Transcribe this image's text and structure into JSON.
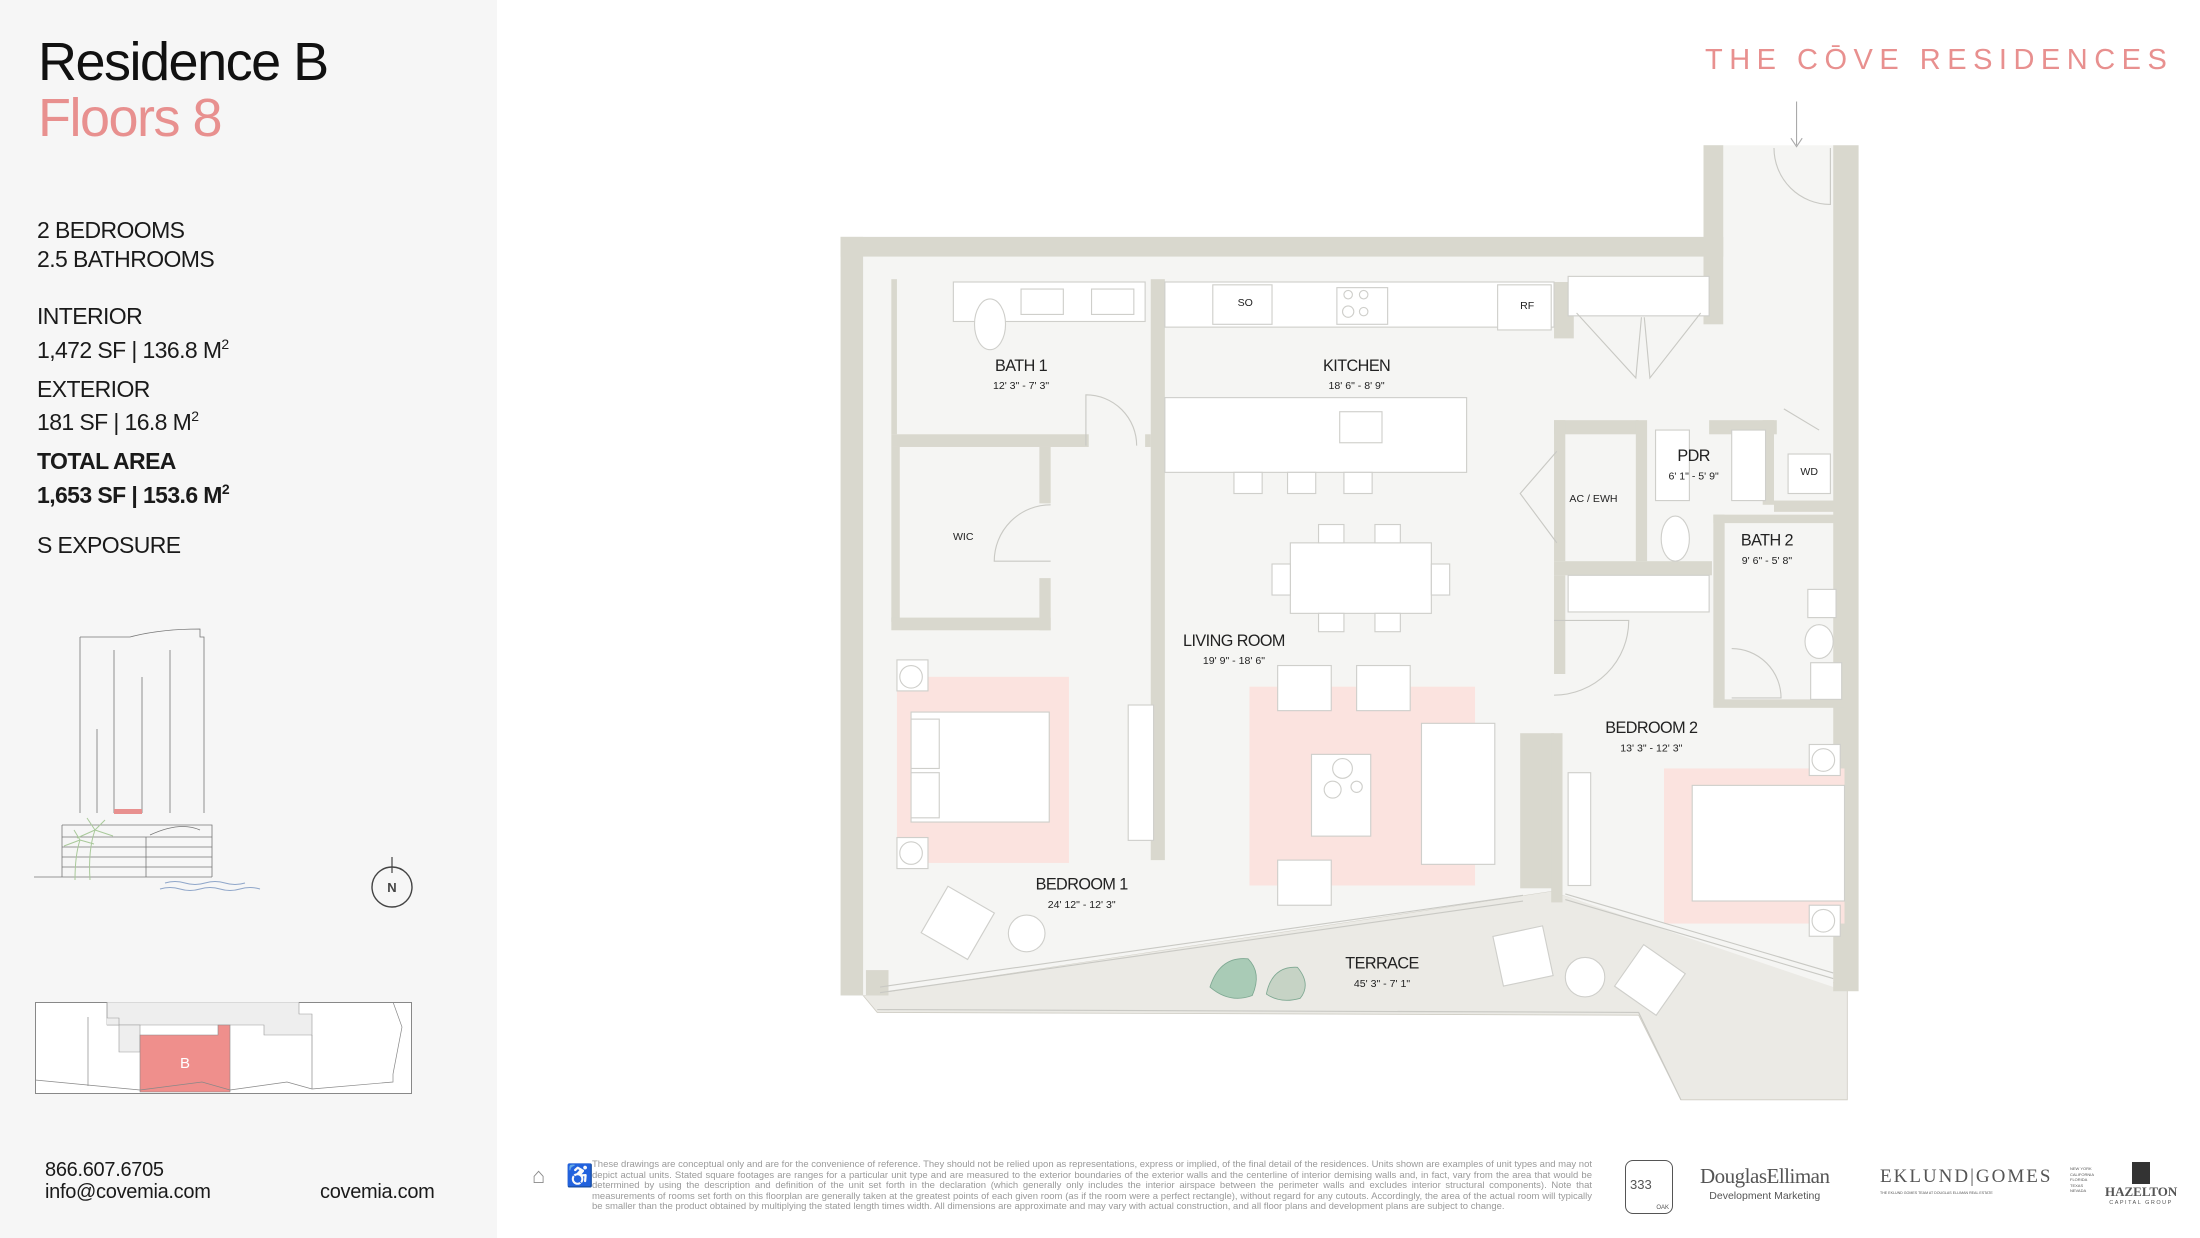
{
  "sidebar": {
    "title": "Residence B",
    "subtitle": "Floors 8",
    "bedrooms": "2 BEDROOMS",
    "bathrooms": "2.5 BATHROOMS",
    "interior_label": "INTERIOR",
    "interior_value": "1,472 SF | 136.8 M",
    "exterior_label": "EXTERIOR",
    "exterior_value": "181 SF | 16.8 M",
    "total_label": "TOTAL AREA",
    "total_value": "1,653 SF | 153.6 M",
    "squared": "2",
    "exposure": "S EXPOSURE",
    "compass_label": "N",
    "keyplan_unit": "B",
    "phone": "866.607.6705",
    "email": "info@covemia.com",
    "website": "covemia.com"
  },
  "brand": {
    "name": "THE CŌVE RESIDENCES",
    "accent_color": "#e8908f"
  },
  "rooms": [
    {
      "name": "BATH 1",
      "dims": "12' 3\" - 7' 3\""
    },
    {
      "name": "KITCHEN",
      "dims": "18' 6\" - 8' 9\""
    },
    {
      "name": "PDR",
      "dims": "6' 1\" - 5' 9\""
    },
    {
      "name": "BATH 2",
      "dims": "9' 6\" - 5' 8\""
    },
    {
      "name": "LIVING ROOM",
      "dims": "19' 9\" - 18' 6\""
    },
    {
      "name": "BEDROOM 2",
      "dims": "13' 3\" - 12' 3\""
    },
    {
      "name": "BEDROOM 1",
      "dims": "24' 12\" - 12' 3\""
    },
    {
      "name": "TERRACE",
      "dims": "45' 3\" - 7' 1\""
    }
  ],
  "fixtures": {
    "so": "SO",
    "rf": "RF",
    "wd": "WD",
    "ac": "AC / EWH",
    "wic": "WIC"
  },
  "footer": {
    "icons": [
      "equal-housing-icon",
      "wheelchair-accessible-icon"
    ],
    "disclaimer": "These drawings are conceptual only and are for the convenience of reference. They should not be relied upon as representations, express or implied, of the final detail of the residences. Units shown are examples of unit types and may not depict actual units. Stated square footages are ranges for a particular unit type and are measured to the exterior boundaries of the exterior walls and the centerline of interior demising walls and, in fact, vary from the area that would be determined by using the description and definition of the unit set forth in the declaration (which generally only includes the interior airspace between the perimeter walls and excludes interior structural components). Note that measurements of rooms set forth on this floorplan are generally taken at the greatest points of each given room (as if the room were a perfect rectangle), without regard for any cutouts. Accordingly, the area of the actual room will typically be smaller than the product obtained by multiplying the stated length times width. All dimensions are approximate and may vary with actual construction, and all floor plans and development plans are subject to change.",
    "logos": {
      "oak_number": "333",
      "oak_word": "OAK",
      "de_name": "DouglasElliman",
      "de_sub": "Development Marketing",
      "eg_name": "EKLUND|GOMES",
      "eg_sub": "THE EKLUND GOMES TEAM AT DOUGLAS ELLIMAN REAL ESTATE",
      "eg_cities": "NEW YORK CALIFORNIA FLORIDA TEXAS NEVADA",
      "hz_name": "HAZELTON",
      "hz_sub": "CAPITAL GROUP"
    }
  }
}
